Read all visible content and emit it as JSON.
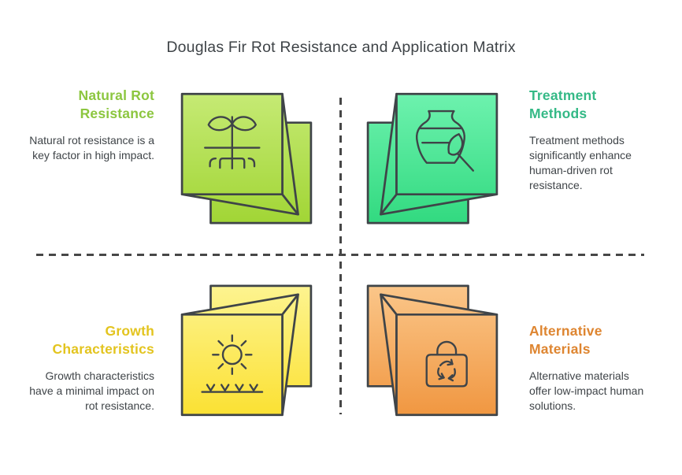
{
  "title": "Douglas Fir Rot Resistance and Application Matrix",
  "colors": {
    "title_text": "#3e4347",
    "body_text": "#3f4448",
    "outline": "#3f4448",
    "divider": "#474747",
    "background": "#ffffff"
  },
  "quadrants": [
    {
      "id": "natural-rot-resistance",
      "title": "Natural Rot Resistance",
      "description": "Natural rot resistance is a key factor in high impact.",
      "accent": "#8cc63f",
      "icon": "sprout-roots-icon",
      "cube": {
        "light": "#c7eb77",
        "dark": "#9fd431"
      }
    },
    {
      "id": "treatment-methods",
      "title": "Treatment Methods",
      "description": "Treatment methods significantly enhance human-driven rot resistance.",
      "accent": "#34b986",
      "icon": "pottery-vase-brush-icon",
      "cube": {
        "light": "#70f3b0",
        "dark": "#2ed87d"
      }
    },
    {
      "id": "growth-characteristics",
      "title": "Growth Characteristics",
      "description": "Growth characteristics have a minimal impact on rot resistance.",
      "accent": "#e3c41f",
      "icon": "sun-seedlings-icon",
      "cube": {
        "light": "#fdf596",
        "dark": "#fbe02f"
      }
    },
    {
      "id": "alternative-materials",
      "title": "Alternative Materials",
      "description": "Alternative materials offer low-impact human solutions.",
      "accent": "#de8530",
      "icon": "recycle-bag-icon",
      "cube": {
        "light": "#fbc98e",
        "dark": "#f0953e"
      }
    }
  ]
}
